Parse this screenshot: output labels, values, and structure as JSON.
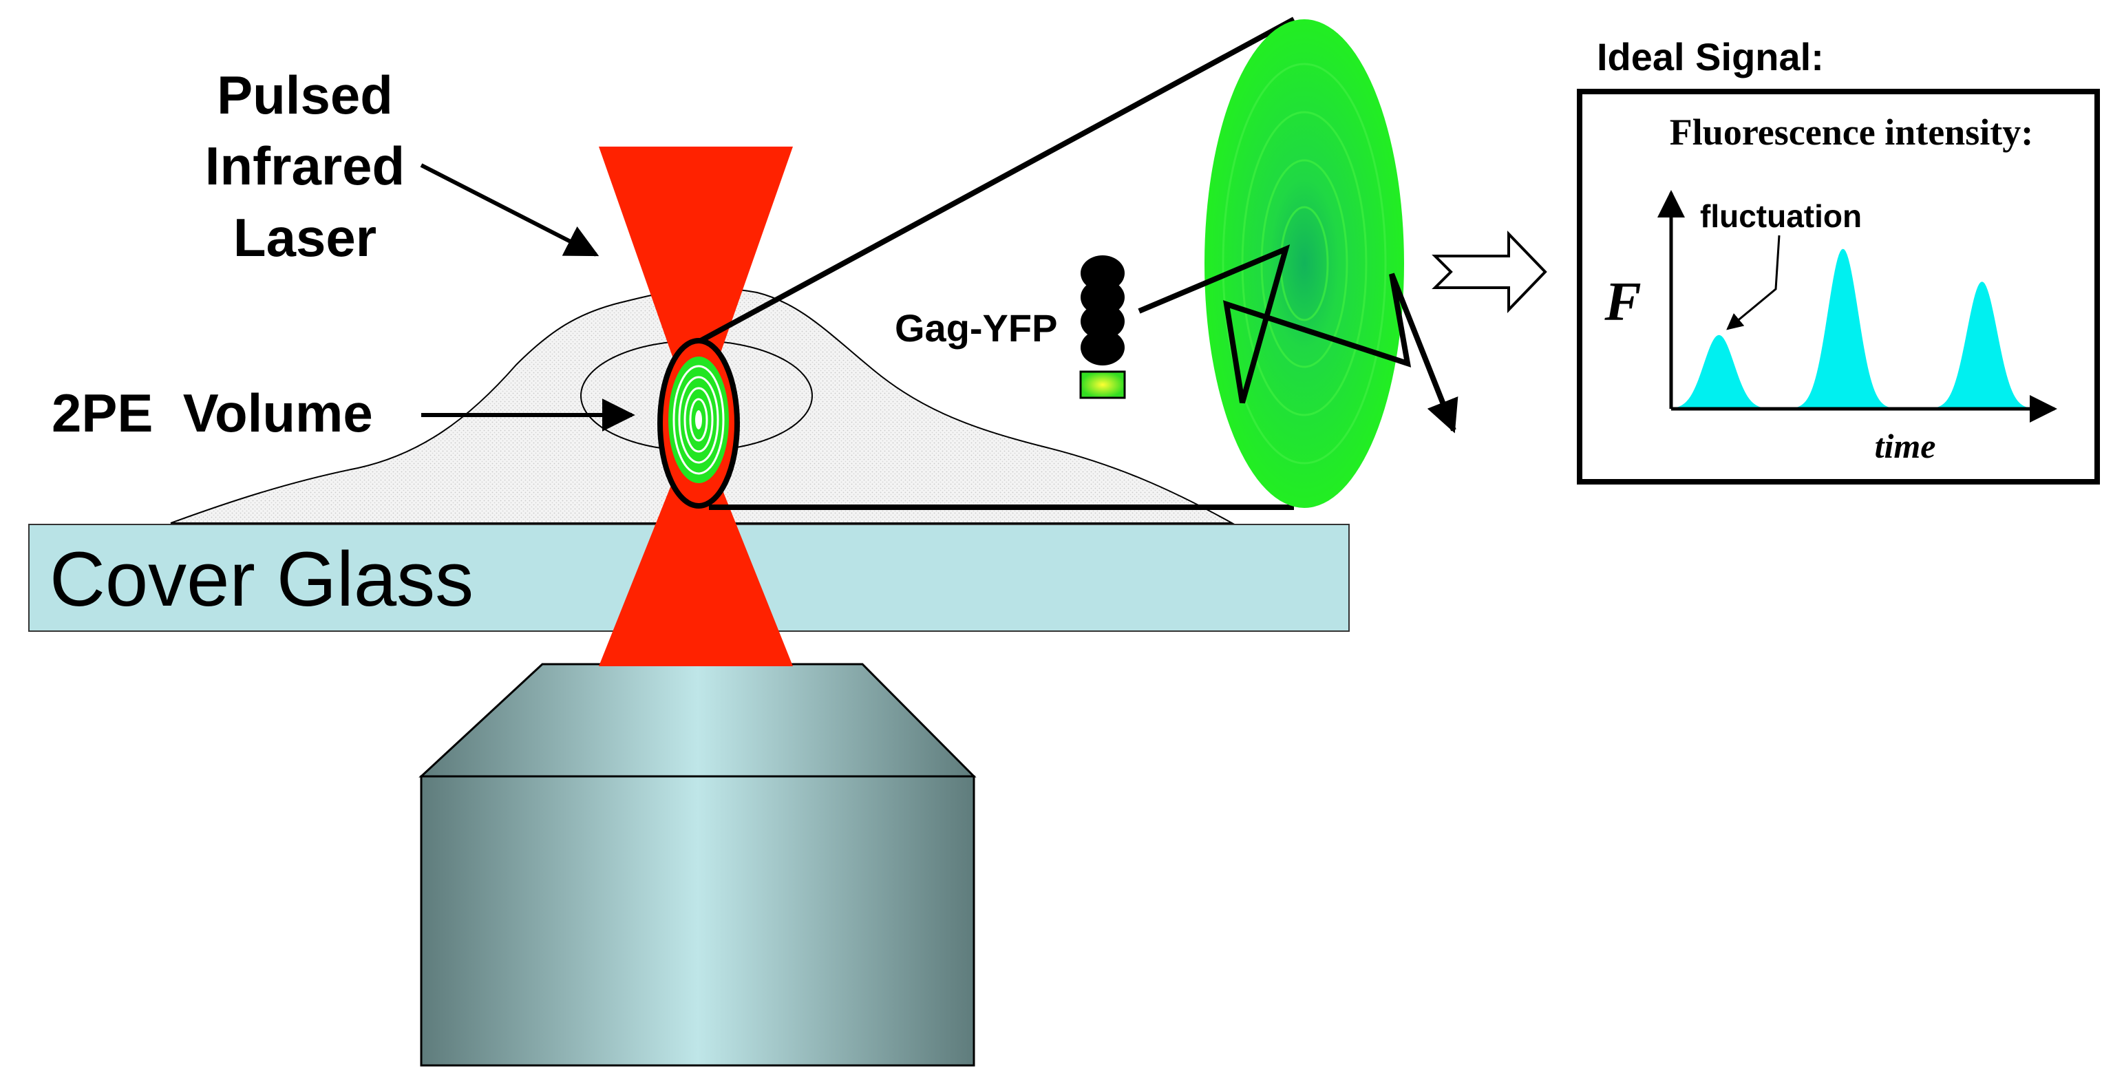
{
  "labels": {
    "laser": [
      "Pulsed",
      "Infrared",
      "Laser"
    ],
    "volume": "2PE  Volume",
    "cover_glass": "Cover Glass",
    "gag_yfp": "Gag-YFP",
    "ideal_signal": "Ideal Signal:"
  },
  "signal_panel": {
    "heading": "Fluorescence intensity:",
    "y_axis": "F",
    "x_axis": "time",
    "annotation": "fluctuation",
    "peaks": [
      {
        "position": 0.12,
        "height": 0.36
      },
      {
        "position": 0.45,
        "height": 0.78
      },
      {
        "position": 0.82,
        "height": 0.62
      }
    ]
  },
  "colors": {
    "laser": "#ff2200",
    "fluorescence": "#22ee22",
    "signal_peak": "#00f0f0",
    "glass": "#b9e3e6",
    "objective_dark": "#5f7c7c",
    "objective_light": "#bfe6e8"
  }
}
